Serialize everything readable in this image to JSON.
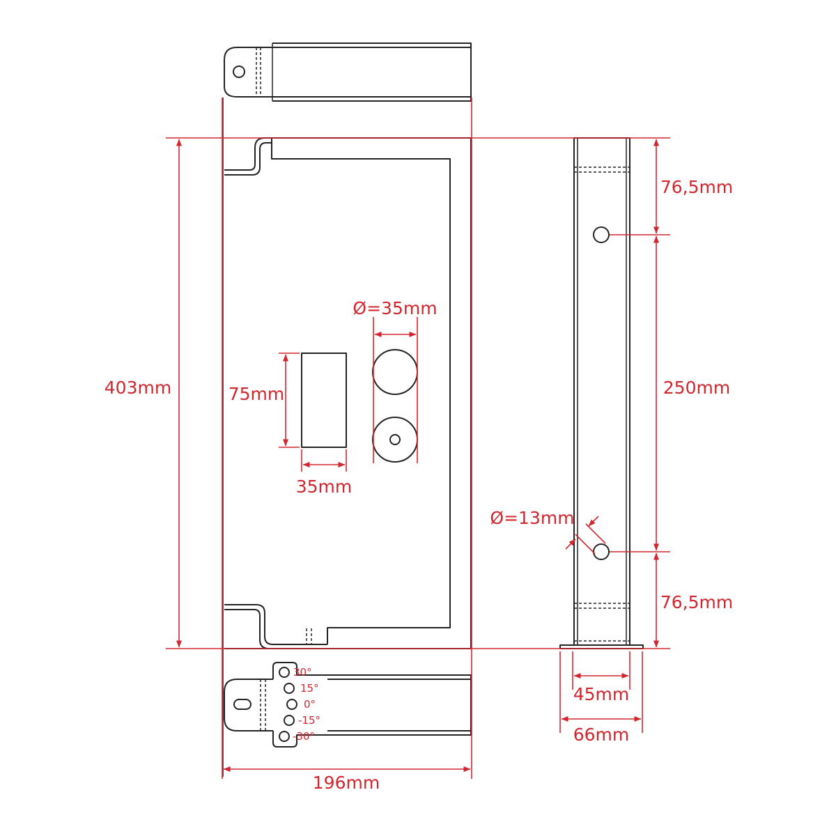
{
  "colors": {
    "outline": "#222222",
    "dimension": "#d2262f",
    "background": "#ffffff"
  },
  "dimensions": {
    "total_height": "403mm",
    "total_width": "196mm",
    "slot_height": "75mm",
    "slot_width": "35mm",
    "hole_large": "Ø=35mm",
    "hole_small": "Ø=13mm",
    "side_top_offset": "76,5mm",
    "side_hole_spacing": "250mm",
    "side_bottom_offset": "76,5mm",
    "side_inner_width": "45mm",
    "side_base_width": "66mm"
  },
  "angles": [
    "30°",
    "15°",
    "0°",
    "-15°",
    "-30°"
  ]
}
